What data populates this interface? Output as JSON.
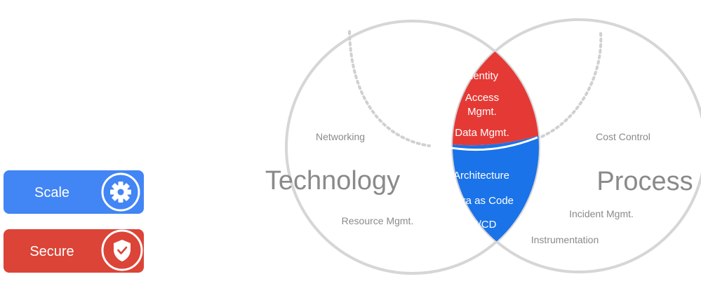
{
  "legend": {
    "items": [
      {
        "label": "Scale",
        "color": "#4285f4",
        "icon": "gear-icon"
      },
      {
        "label": "Secure",
        "color": "#db4437",
        "icon": "shield-check-icon"
      }
    ]
  },
  "venn": {
    "left_title": "Technology",
    "right_title": "Process",
    "left_items": [
      "Networking",
      "Resource Mgmt."
    ],
    "right_items": [
      "Cost Control",
      "Incident Mgmt.",
      "Instrumentation"
    ],
    "overlap_secure": [
      "Identity",
      "Access",
      "Mgmt.",
      "Data Mgmt."
    ],
    "overlap_scale": [
      "Architecture",
      "Infra as Code",
      "CI/CD"
    ]
  },
  "colors": {
    "blue": "#1a73e8",
    "red": "#e53935",
    "circle_outline": "#d6d6d6",
    "text_gray": "#8a8a8a"
  }
}
